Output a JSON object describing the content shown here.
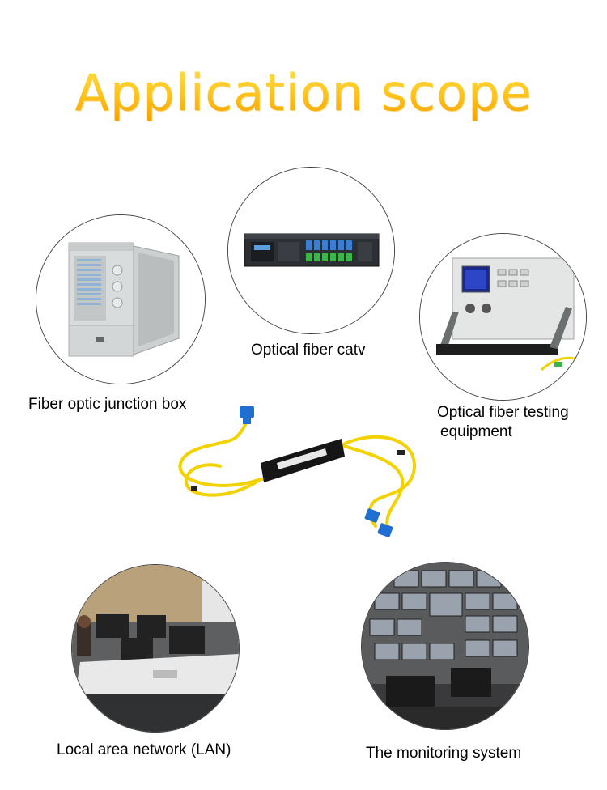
{
  "title": "Application scope",
  "items": {
    "junction_box": "Fiber optic junction box",
    "catv": "Optical fiber catv",
    "testing_line1": "Optical fiber testing",
    "testing_line2": "equipment",
    "lan": "Local area network (LAN)",
    "monitoring": "The monitoring system"
  },
  "colors": {
    "title": "#ffc21a",
    "fiber": "#f2d200",
    "connector": "#1e6fd0"
  }
}
